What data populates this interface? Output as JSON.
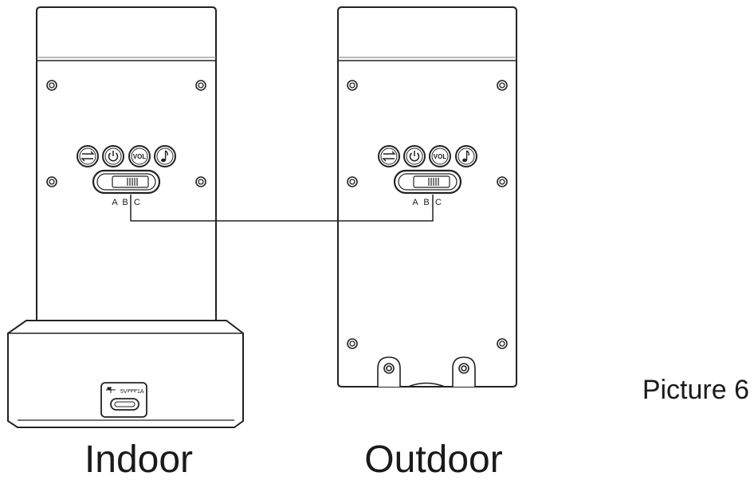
{
  "devices": [
    {
      "name": "Indoor",
      "button_icons": [
        "swap-icon",
        "power-icon",
        "vol-icon",
        "music-note-icon"
      ],
      "vol_label": "VOL",
      "switch_labels": [
        "A",
        "B",
        "C"
      ]
    },
    {
      "name": "Outdoor",
      "button_icons": [
        "swap-icon",
        "power-icon",
        "vol-icon",
        "music-note-icon"
      ],
      "vol_label": "VOL",
      "switch_labels": [
        "A",
        "B",
        "C"
      ]
    }
  ],
  "dock": {
    "port_label": "5V",
    "port_rating": "1A",
    "port_icon": "usb-icon"
  },
  "caption": "Picture 6",
  "connector": {
    "from": "Indoor switch position C",
    "to": "Outdoor switch position C"
  }
}
